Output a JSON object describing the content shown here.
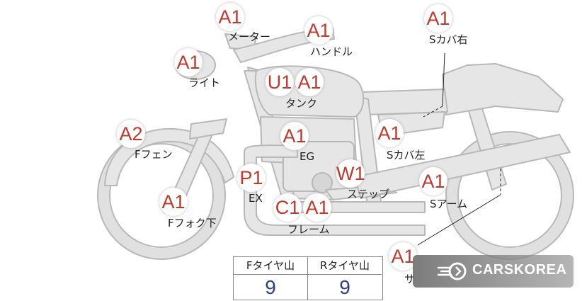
{
  "parts": [
    {
      "id": "meter",
      "code": "A1",
      "label": "メーター"
    },
    {
      "id": "handle",
      "code": "A1",
      "label": "ハンドル"
    },
    {
      "id": "s-cover-right",
      "code": "A1",
      "label": "Sカバ右"
    },
    {
      "id": "light",
      "code": "A1",
      "label": "ライト"
    },
    {
      "id": "tank",
      "codes": [
        "U1",
        "A1"
      ],
      "label": "タンク"
    },
    {
      "id": "f-fender",
      "code": "A2",
      "label": "Fフェン"
    },
    {
      "id": "engine",
      "code": "A1",
      "label": "EG"
    },
    {
      "id": "s-cover-left",
      "code": "A1",
      "label": "Sカバ左"
    },
    {
      "id": "exhaust",
      "code": "P1",
      "label": "EX"
    },
    {
      "id": "step",
      "code": "W1",
      "label": "ステップ"
    },
    {
      "id": "s-arm",
      "code": "A1",
      "label": "Sアーム"
    },
    {
      "id": "f-fork",
      "code": "A1",
      "label": "Fフォク下"
    },
    {
      "id": "frame",
      "codes": [
        "C1",
        "A1"
      ],
      "label": "フレーム"
    },
    {
      "id": "sub",
      "code": "A1",
      "label": "サ"
    }
  ],
  "tread": {
    "front_label": "Fタイヤ山",
    "front_value": "9",
    "rear_label": "Rタイヤ山",
    "rear_value": "9"
  },
  "watermark": {
    "brand": "CARSKOREA",
    "icon": "carskorea-logo-icon"
  },
  "colors": {
    "badge_text": "#c0392b",
    "tread_value": "#2c3e8c",
    "bike_fill": "#e6e6e6",
    "bike_stroke": "#b8b8b8"
  }
}
